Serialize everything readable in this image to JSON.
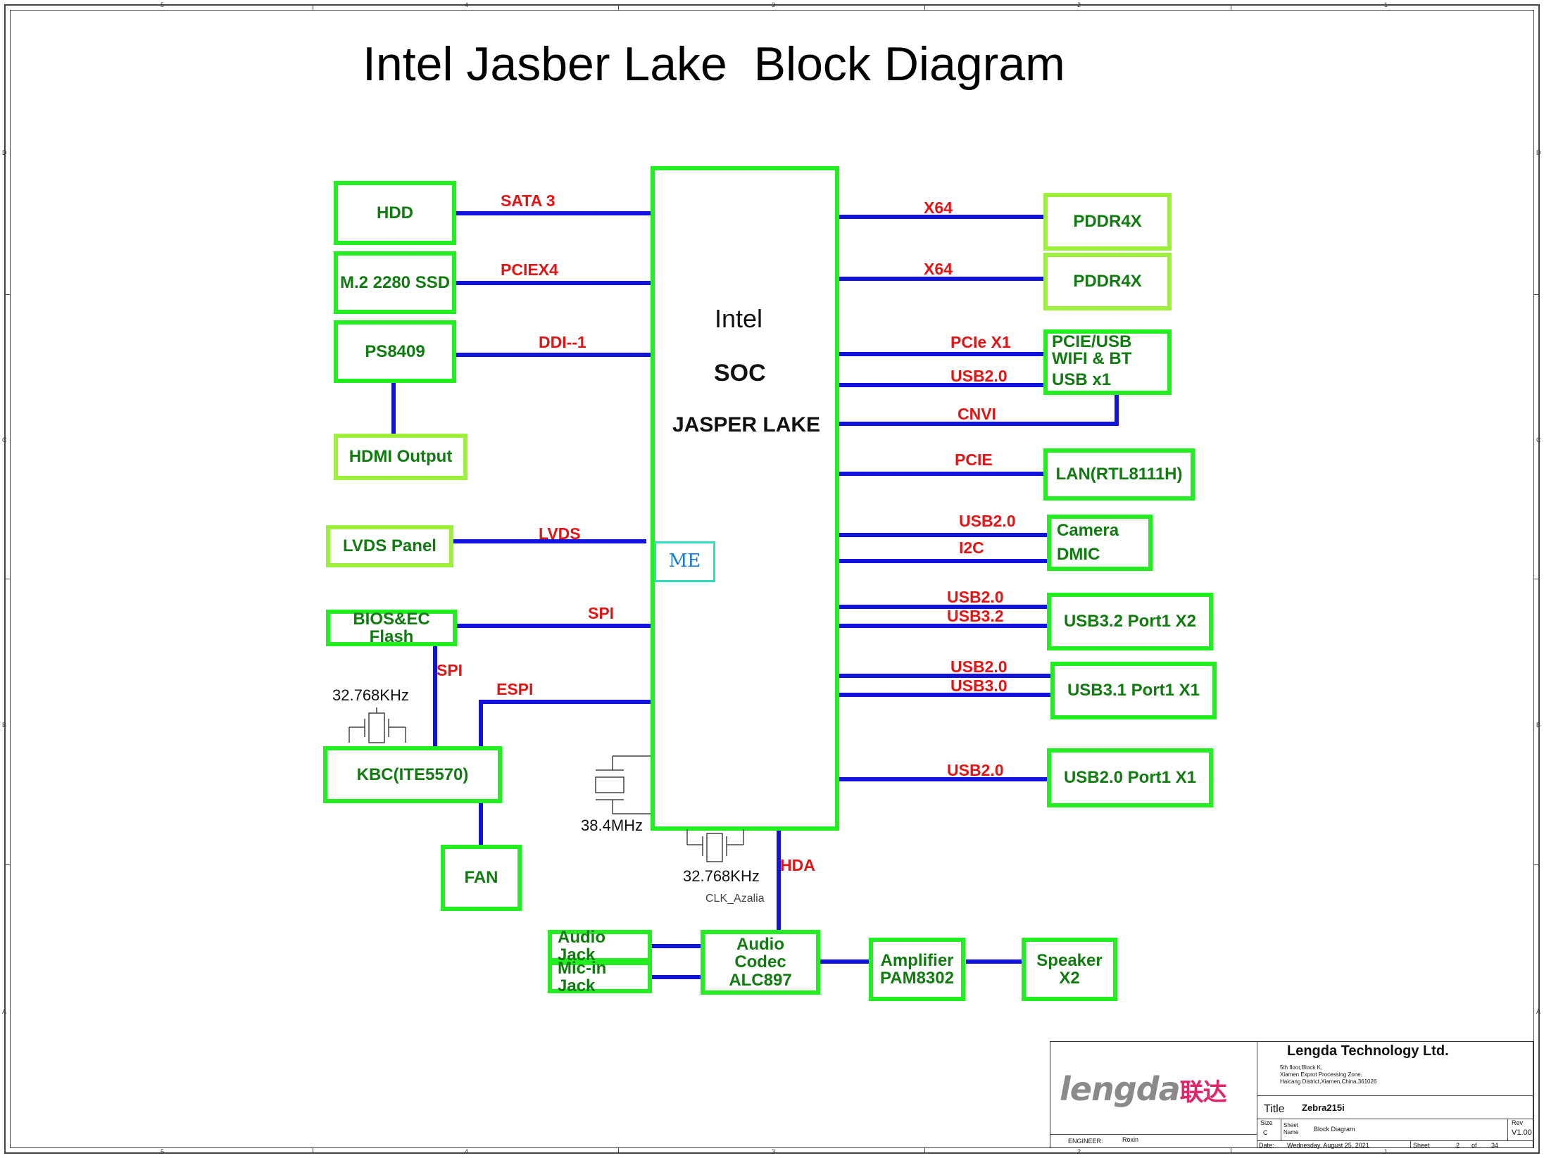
{
  "title": "Intel Jasber Lake  Block Diagram",
  "soc": {
    "line1": "Intel",
    "line2": "SOC",
    "line3": "JASPER LAKE",
    "me": "ME"
  },
  "blocks": {
    "hdd": "HDD",
    "ssd": "M.2 2280 SSD",
    "ps8409": "PS8409",
    "hdmi": "HDMI Output",
    "lvds_panel": "LVDS Panel",
    "bios_flash": "BIOS&EC Flash",
    "kbc": "KBC(ITE5570)",
    "fan": "FAN",
    "audio_jack": "Audio Jack",
    "mic_jack": "Mic-in Jack",
    "audio_codec": [
      "Audio",
      "Codec",
      "ALC897"
    ],
    "amplifier": [
      "Amplifier",
      "PAM8302"
    ],
    "speaker": "Speaker X2",
    "pddr4x_1": "PDDR4X",
    "pddr4x_2": "PDDR4X",
    "wifi": [
      "PCIE/USB",
      "WIFI & BT",
      "USB x1"
    ],
    "lan": "LAN(RTL8111H)",
    "camera": [
      "Camera",
      "DMIC"
    ],
    "usb32": "USB3.2 Port1 X2",
    "usb31": "USB3.1 Port1 X1",
    "usb20": "USB2.0 Port1 X1"
  },
  "signals": {
    "sata": "SATA 3",
    "pciex4": "PCIEX4",
    "ddi": "DDI--1",
    "lvds": "LVDS",
    "spi1": "SPI",
    "spi2": "SPI",
    "espi": "ESPI",
    "hda": "HDA",
    "x64_1": "X64",
    "x64_2": "X64",
    "pcie_x1": "PCIe X1",
    "usb20_wifi": "USB2.0",
    "cnvi": "CNVI",
    "pcie_lan": "PCIE",
    "usb20_cam": "USB2.0",
    "i2c": "I2C",
    "usb20_p32": "USB2.0",
    "usb32": "USB3.2",
    "usb20_p31": "USB2.0",
    "usb30": "USB3.0",
    "usb20_p20": "USB2.0"
  },
  "crystals": {
    "kbc_freq": "32.768KHz",
    "soc_freq": "38.4MHz",
    "rtc_freq": "32.768KHz",
    "clk_label": "CLK_Azalia"
  },
  "ruler": {
    "top": [
      "5",
      "4",
      "3",
      "2",
      "1"
    ],
    "bottom": [
      "5",
      "4",
      "3",
      "2",
      "1"
    ],
    "left": [
      "D",
      "C",
      "B",
      "A"
    ],
    "right": [
      "D",
      "C",
      "B",
      "A"
    ]
  },
  "title_block": {
    "logo_text": "lengda",
    "logo_cn": "联达",
    "company": "Lengda Technology Ltd.",
    "address": [
      "5th floor,Block K,",
      "Xiamen Exprot Processing Zone,",
      "Haicang District,Xiamen,China,361026"
    ],
    "title_label": "Title",
    "title_value": "Zebra215i",
    "size_label": "Size",
    "size_value": "C",
    "sheet_name_label": "Sheet Name",
    "sheet_name_value": "Block Diagram",
    "rev_label": "Rev",
    "rev_value": "V1.00",
    "engineer_label": "ENGINEER:",
    "engineer_value": "Roxin",
    "date_label": "Date:",
    "date_value": "Wednesday, August 25, 2021",
    "sheet_label": "Sheet",
    "sheet_value": "2",
    "of_label": "of",
    "total_value": "34"
  },
  "colors": {
    "box_border": "#22ee22",
    "box_border_light": "#9fef3f",
    "box_text": "#117a11",
    "wire": "#1212dd",
    "signal_text": "#e01515",
    "me_border": "#33ddbb",
    "me_text": "#1a7acc"
  }
}
